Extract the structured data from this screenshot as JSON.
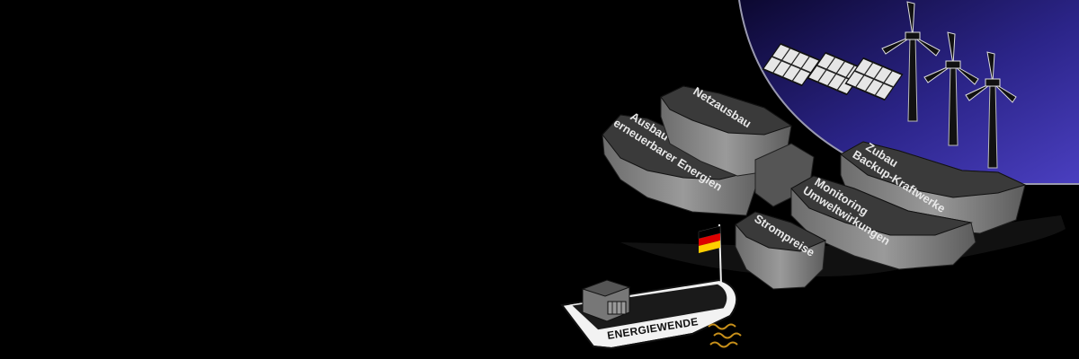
{
  "rocks": {
    "netzausbau": "Netzausbau",
    "ausbau_line1": "Ausbau",
    "ausbau_line2": "erneuerbarer Energien",
    "zubau_line1": "Zubau",
    "zubau_line2": "Backup-Kraftwerke",
    "monitoring_line1": "Monitoring",
    "monitoring_line2": "Umweltwirkungen",
    "strompreise": "Strompreise"
  },
  "boat": {
    "label": "ENERGIEWENDE"
  },
  "colors": {
    "background": "#000000",
    "sky": "#3a2f9e",
    "rock_top": "#3b3b3b",
    "rock_side": "#8a8a8a",
    "flag": [
      "#000000",
      "#dd0000",
      "#ffce00"
    ]
  }
}
